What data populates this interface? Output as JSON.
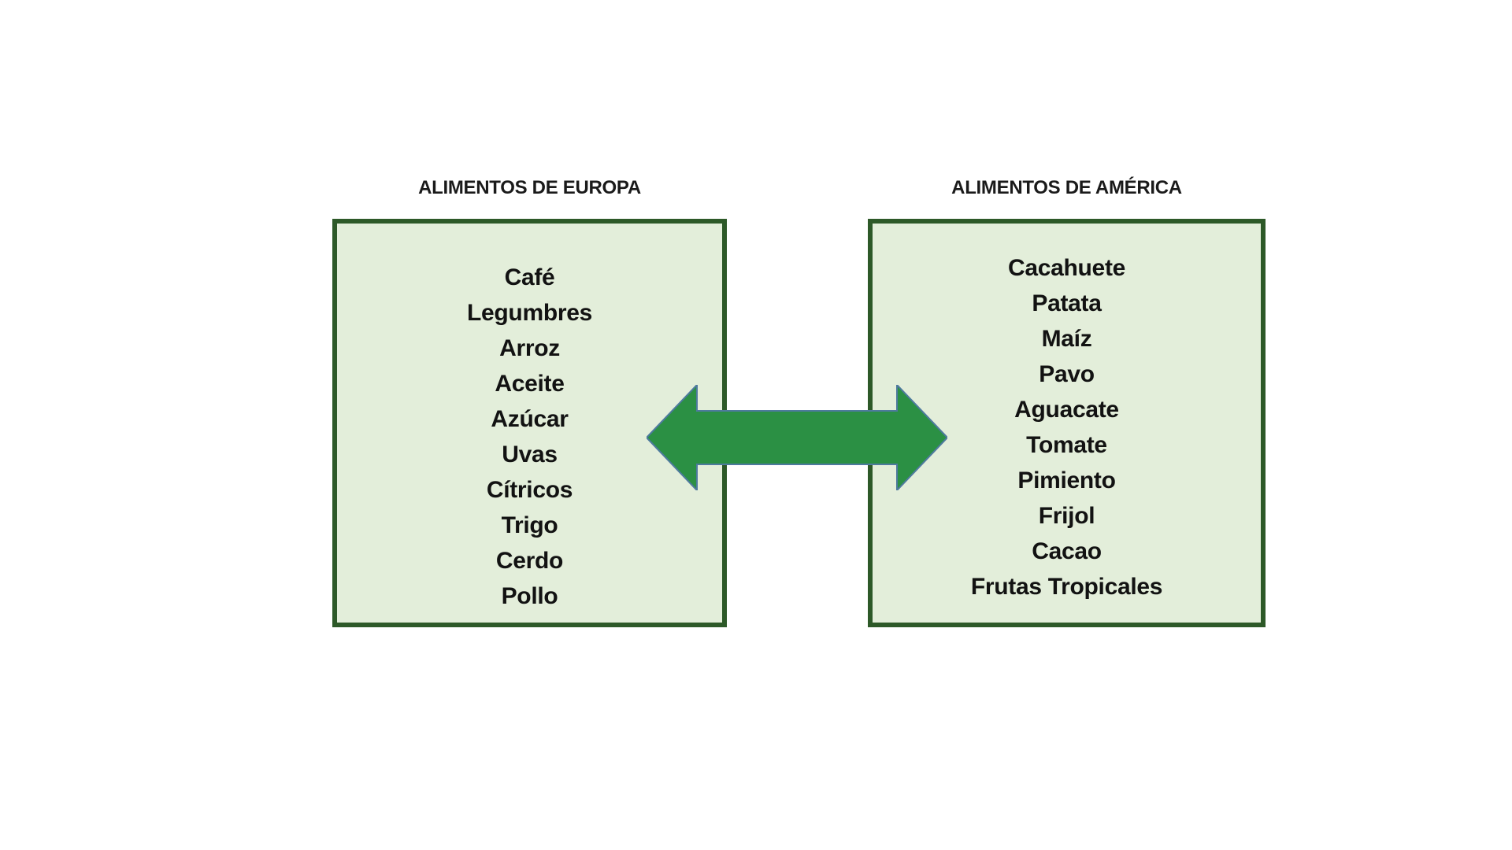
{
  "diagram": {
    "left_panel": {
      "title": "ALIMENTOS DE EUROPA",
      "items": [
        "Café",
        "Legumbres",
        "Arroz",
        "Aceite",
        "Azúcar",
        "Uvas",
        "Cítricos",
        "Trigo",
        "Cerdo",
        "Pollo"
      ]
    },
    "right_panel": {
      "title": "ALIMENTOS DE AMÉRICA",
      "items": [
        "Cacahuete",
        "Patata",
        "Maíz",
        "Pavo",
        "Aguacate",
        "Tomate",
        "Pimiento",
        "Frijol",
        "Cacao",
        "Frutas Tropicales"
      ]
    },
    "arrow": {
      "direction": "both",
      "fill": "#2b9044",
      "outline": "#4e7a9e"
    },
    "colors": {
      "background": "#ffffff",
      "box_fill": "#e3eeda",
      "box_border": "#2d5928",
      "title_text": "#1a1a1a",
      "item_text": "#121212"
    }
  }
}
